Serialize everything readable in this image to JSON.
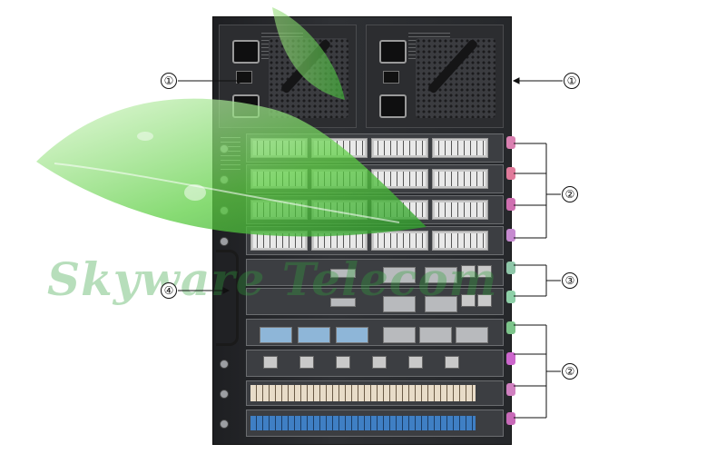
{
  "watermark": {
    "text": "Skyware Telecom"
  },
  "callouts": {
    "supply_left": "①",
    "supply_right": "①",
    "linecards_top": "②",
    "supervisors": "③",
    "handle": "④",
    "linecards_bottom": "②"
  },
  "colors": {
    "chassis": "#2e3034",
    "watermark_green": "#32a03c",
    "ejector_colors": [
      "#d980b0",
      "#e07a9a",
      "#cf6fb0",
      "#c68ad0",
      "#8ec6a8",
      "#8ed0a8",
      "#7cc48a",
      "#cc66cc",
      "#d080c0",
      "#c86ab8"
    ]
  },
  "icons": [
    "power-socket-icon",
    "fan-grille-icon",
    "rj45-port-icon",
    "sfp-module-icon",
    "ejector-lever-icon",
    "leaf-watermark-icon"
  ]
}
